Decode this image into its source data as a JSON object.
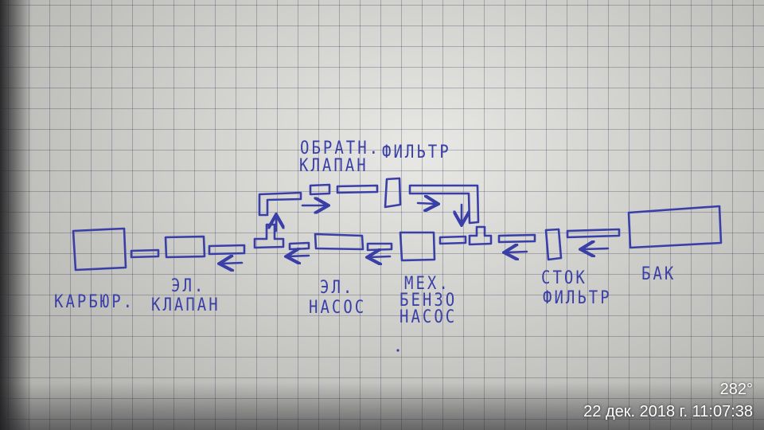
{
  "labels": {
    "carburetor": "КАРБЮР.",
    "el_valve_line1": "ЭЛ.",
    "el_valve_line2": "КЛАПАН",
    "check_valve_line1": "ОБРАТН.",
    "check_valve_line2": "КЛАПАН",
    "filter_top": "ФИЛЬТР",
    "el_pump_line1": "ЭЛ.",
    "el_pump_line2": "НАСОС",
    "mech_pump_line1": "МЕХ.",
    "mech_pump_line2": "БЕНЗО",
    "mech_pump_line3": "НАСОС",
    "stock_filter_line1": "СТОК",
    "stock_filter_line2": "ФИЛЬТР",
    "tank": "БАК"
  },
  "overlay": {
    "heading": "282°",
    "timestamp": "22 дек. 2018 г. 11:07:38"
  },
  "colors": {
    "ink": "#3a3fa8",
    "paper": "#dcdcd8",
    "overlay_text": "#ffffff"
  }
}
